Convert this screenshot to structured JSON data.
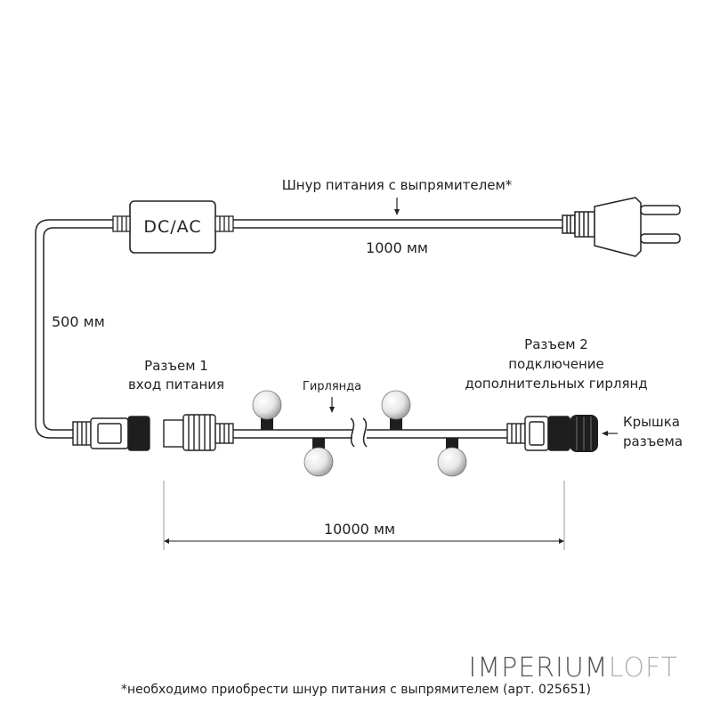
{
  "labels": {
    "power_cord": "Шнур питания с выпрямителем*",
    "dc_ac": "DC/AC",
    "len_1000": "1000 мм",
    "len_500": "500 мм",
    "connector1_line1": "Разъем 1",
    "connector1_line2": "вход питания",
    "garland": "Гирлянда",
    "connector2_line1": "Разъем 2",
    "connector2_line2": "подключение",
    "connector2_line3": "дополнительных гирлянд",
    "cap_line1": "Крышка",
    "cap_line2": "разъема",
    "len_10000": "10000 мм"
  },
  "brand": {
    "part1": "IMPERIUM",
    "part2": "LOFT"
  },
  "footnote": "*необходимо приобрести шнур питания с выпрямителем (арт. 025651)",
  "colors": {
    "line": "#222222",
    "connector_dark": "#1e1e1e",
    "bulb_light": "#f2f2f2",
    "bulb_dark": "#9a9a9a"
  }
}
